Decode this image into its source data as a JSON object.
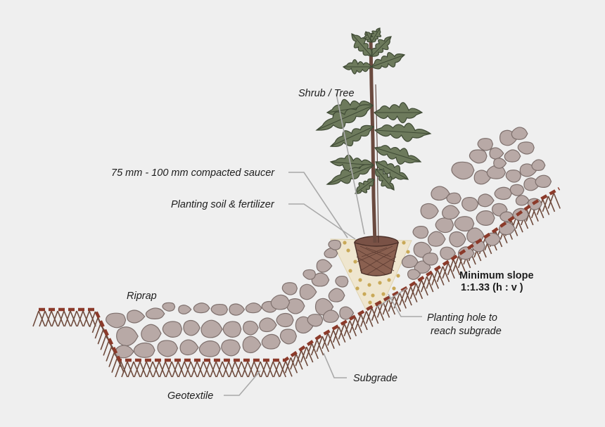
{
  "labels": {
    "shrub_tree": "Shrub / Tree",
    "saucer": "75 mm - 100 mm compacted saucer",
    "planting_soil": "Planting soil & fertilizer",
    "riprap": "Riprap",
    "min_slope_line1": "Minimum slope",
    "min_slope_line2": "1:1.33 (h : v )",
    "planting_hole_line1": "Planting hole  to",
    "planting_hole_line2": "reach subgrade",
    "subgrade": "Subgrade",
    "geotextile": "Geotextile"
  },
  "colors": {
    "background": "#efefef",
    "rock_fill": "#b8a9a6",
    "geotextile": "#8b3a2a",
    "subgrade_roots": "#6e4a3c",
    "planting_soil": "#efe6cf",
    "pot": "#8a6050",
    "foliage": "#6d7a5c",
    "trunk": "#6b4a3f"
  },
  "icons": [
    "tree-icon",
    "pot-icon",
    "rock-icon"
  ]
}
